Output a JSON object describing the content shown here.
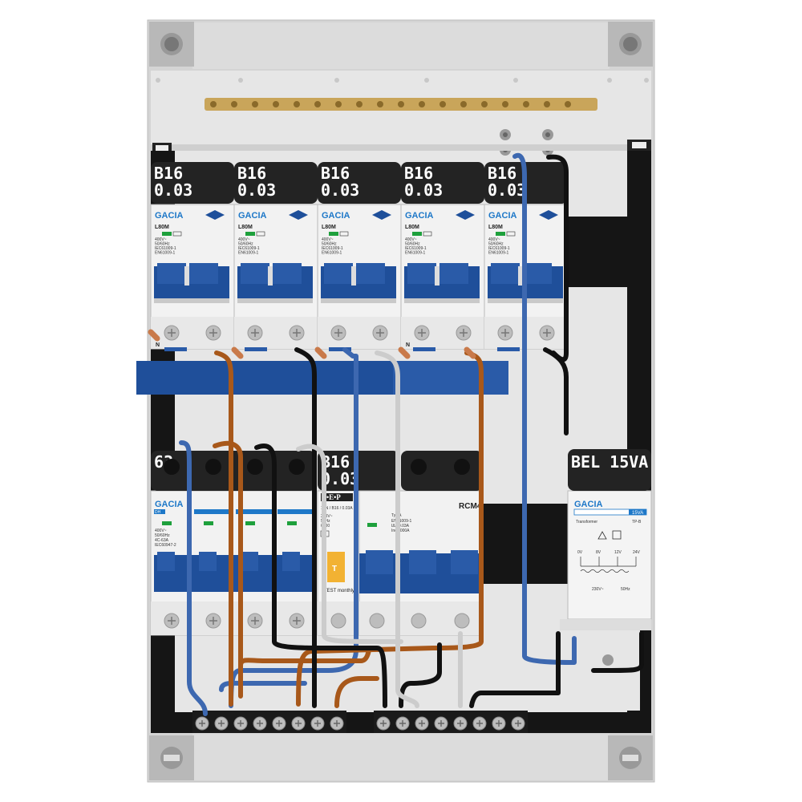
{
  "row1": {
    "modules": [
      {
        "label1": "B16",
        "label2": "0.03",
        "brand": "GACIA",
        "model": "L80M",
        "n_mark": "N"
      },
      {
        "label1": "B16",
        "label2": "0.03",
        "brand": "GACIA",
        "model": "L80M",
        "n_mark": ""
      },
      {
        "label1": "B16",
        "label2": "0.03",
        "brand": "GACIA",
        "model": "L80M",
        "n_mark": ""
      },
      {
        "label1": "B16",
        "label2": "0.03",
        "brand": "GACIA",
        "model": "L80M",
        "n_mark": "N"
      },
      {
        "label1": "B16",
        "label2": "0.03",
        "brand": "GACIA",
        "model": "L80M",
        "n_mark": ""
      }
    ],
    "spec_lines": [
      "400V~",
      "50/60Hz",
      "IEC61009-1",
      "EN61009-1"
    ]
  },
  "row2": {
    "main": {
      "label": "63",
      "brand": "GACIA",
      "model": "DH",
      "spec_lines": [
        "400V~",
        "50/60Hz",
        "4C-63A",
        "IEC60947-2"
      ]
    },
    "rcbo": {
      "label1": "B16",
      "label2": "0.03",
      "brand": "S•E•P",
      "desc": "1+N / B16 / 0.03A",
      "type": "Typ A",
      "test": "TEST monthly",
      "test_key": "T",
      "spec_lines": [
        "230V~",
        "50Hz",
        "6000",
        "EN61009-1",
        "IΔn 0.03A",
        "Inc 6000A"
      ]
    },
    "rcm_label": "RCM4",
    "transformer": {
      "label": "BEL 15VA",
      "brand": "GACIA",
      "rating": "15VA",
      "name": "Transformer",
      "model": "TP-B",
      "taps": [
        "0V",
        "8V",
        "12V",
        "24V"
      ],
      "footer": [
        "230V~",
        "50Hz"
      ]
    }
  },
  "colors": {
    "blue_wire": "#3d68b0",
    "brown_wire": "#a8581a",
    "black_wire": "#111111",
    "grey_wire": "#cccccc",
    "bar": "#2a5ba8",
    "frame": "#cfcfcf"
  }
}
